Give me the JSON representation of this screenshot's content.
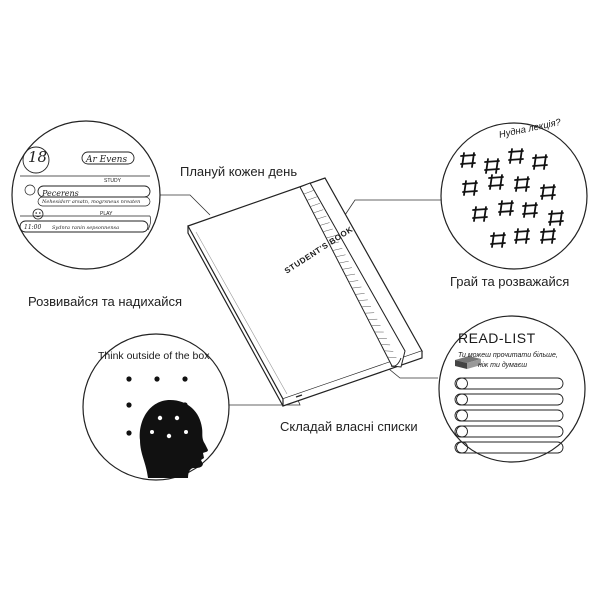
{
  "captions": {
    "plan": "Плануй кожен день",
    "play": "Грай та розважайся",
    "grow": "Розвивайся та надихайся",
    "lists": "Складай власні списки"
  },
  "notebook": {
    "cover_title": "STUDENT'S BOOK"
  },
  "bubble_think": {
    "title": "Think outside of the box"
  },
  "bubble_boring": {
    "title": "Нудна лекція?"
  },
  "bubble_readlist": {
    "title": "READ-LIST",
    "subtitle_line1": "Ти можеш прочитати більше,",
    "subtitle_line2": "ніж ти думаєш"
  },
  "bubble_planner": {
    "date": "18",
    "name": "Ar Evens",
    "study_label": "STUDY",
    "line1": "Pecerens",
    "line2": "Nehesidsrr arsatn, mogrsneus nreaten",
    "play_label": "PLAY",
    "time": "11:00",
    "line3": "Sydnra ranin sepsonnensa"
  },
  "icons": {
    "notebook": "notebook-illustration",
    "head": "head-silhouette-icon",
    "tictactoe": "tic-tac-toe-grid-icon",
    "books": "books-stack-icon",
    "emoji": "smiley-icon"
  }
}
